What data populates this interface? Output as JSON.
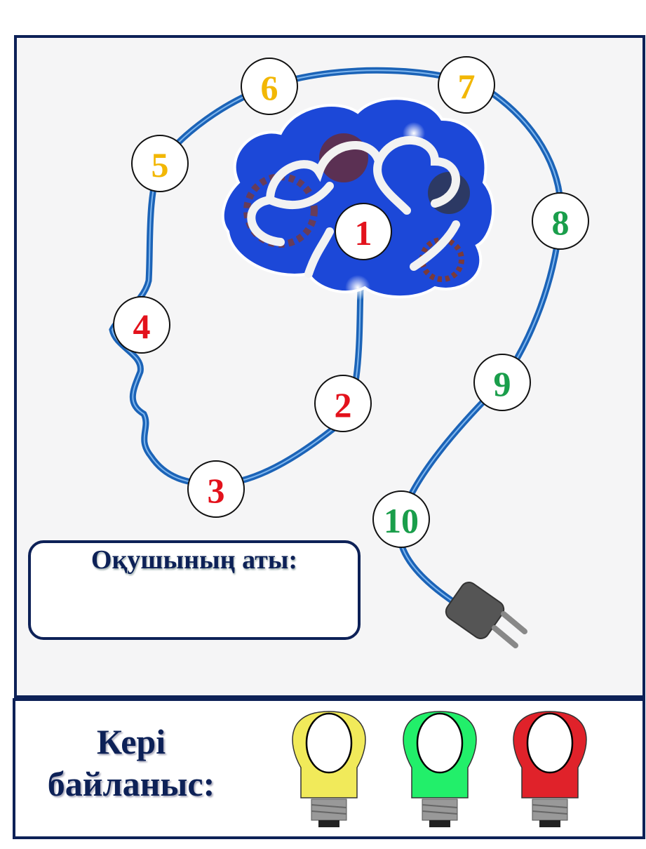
{
  "steps": [
    {
      "label": "1",
      "color": "#e3121c"
    },
    {
      "label": "2",
      "color": "#e3121c"
    },
    {
      "label": "3",
      "color": "#e3121c"
    },
    {
      "label": "4",
      "color": "#e3121c"
    },
    {
      "label": "5",
      "color": "#f2b705"
    },
    {
      "label": "6",
      "color": "#f2b705"
    },
    {
      "label": "7",
      "color": "#f2b705"
    },
    {
      "label": "8",
      "color": "#1a9e4b"
    },
    {
      "label": "9",
      "color": "#1a9e4b"
    },
    {
      "label": "10",
      "color": "#1a9e4b"
    }
  ],
  "student": {
    "label": "Оқушының аты:"
  },
  "feedback": {
    "line1": "Кері",
    "line2": "байланыс:"
  },
  "bulbs": [
    {
      "name": "yellow",
      "color": "#f1ea5a"
    },
    {
      "name": "green",
      "color": "#22ef6a"
    },
    {
      "name": "red",
      "color": "#e0222a"
    }
  ]
}
